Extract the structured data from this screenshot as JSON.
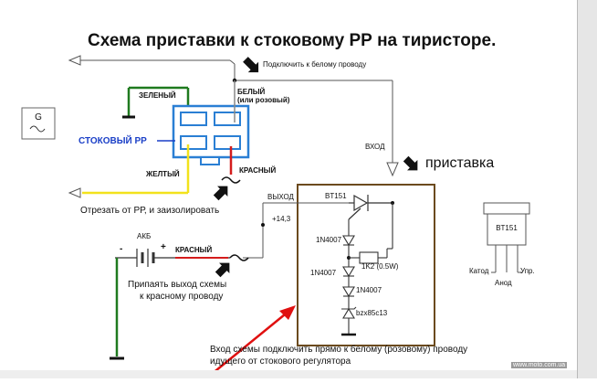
{
  "title": "Схема  приставки к стоковому РР на тиристоре.",
  "labels": {
    "connect_white": "Подключить к белому проводу",
    "white": "БЕЛЫЙ",
    "white_alt": "(или розовый)",
    "green": "ЗЕЛЕНЫЙ",
    "generator": "G",
    "stock_rr": "СТОКОВЫЙ РР",
    "input": "ВХОД",
    "device": "приставка",
    "yellow": "ЖЕЛТЫЙ",
    "red_top": "КРАСНЫЙ",
    "cut_off": "Отрезать от РР, и заизолировать",
    "output": "ВЫХОД",
    "output_voltage": "+14,3",
    "thyristor": "BT151",
    "diode1": "1N4007",
    "resistor": "1K2 (0.5W)",
    "diode2": "1N4007",
    "diode3": "1N4007",
    "zener": "bzx85c13",
    "battery": "АКБ",
    "minus": "-",
    "plus": "+",
    "red_bottom": "КРАСНЫЙ",
    "solder_line1": "Припаять выход схемы",
    "solder_line2": "к красному проводу",
    "note_line1": "Вход схемы подключить прямо к белому (розовому)  проводу",
    "note_line2": "идущего от стокового регулятора",
    "pinout_name": "BT151",
    "cathode": "Катод",
    "gate": "Упр.",
    "anode": "Анод",
    "watermark": "www.moto.com.ua"
  },
  "colors": {
    "wire": "#333333",
    "green_wire": "#1f7a1f",
    "blue_wire": "#1a3fc7",
    "yellow_wire": "#f2e21c",
    "red_wire": "#d41c1c",
    "connector_blue": "#2a7fd4",
    "device_border": "#6b4a1e",
    "arrow_red": "#e01010",
    "marker": "#111111"
  }
}
